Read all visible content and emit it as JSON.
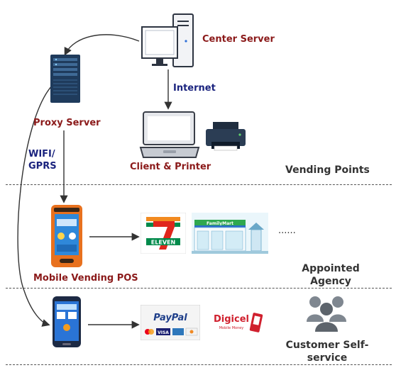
{
  "nodes": {
    "center_server": "Center Server",
    "proxy_server": "Proxy Server",
    "client_printer": "Client & Printer",
    "mobile_pos": "Mobile Vending POS"
  },
  "links": {
    "internet": "Internet",
    "wifi_gprs": "WIFI/\nGPRS"
  },
  "zones": {
    "vending_points": "Vending Points",
    "appointed_agency": "Appointed\nAgency",
    "self_service": "Customer Self-\nservice"
  },
  "logos": {
    "seven_eleven": "ELEVEN",
    "familymart": "FamilyMart",
    "paypal": "PayPal",
    "visa": "VISA",
    "digicel": "Digicel",
    "digicel_sub": "Mobile Money"
  },
  "ellipsis": "......",
  "colors": {
    "node_label": "#8b1a1a",
    "link_label": "#1a237e",
    "server_blue": "#23486e",
    "pos_orange": "#e8711e"
  }
}
